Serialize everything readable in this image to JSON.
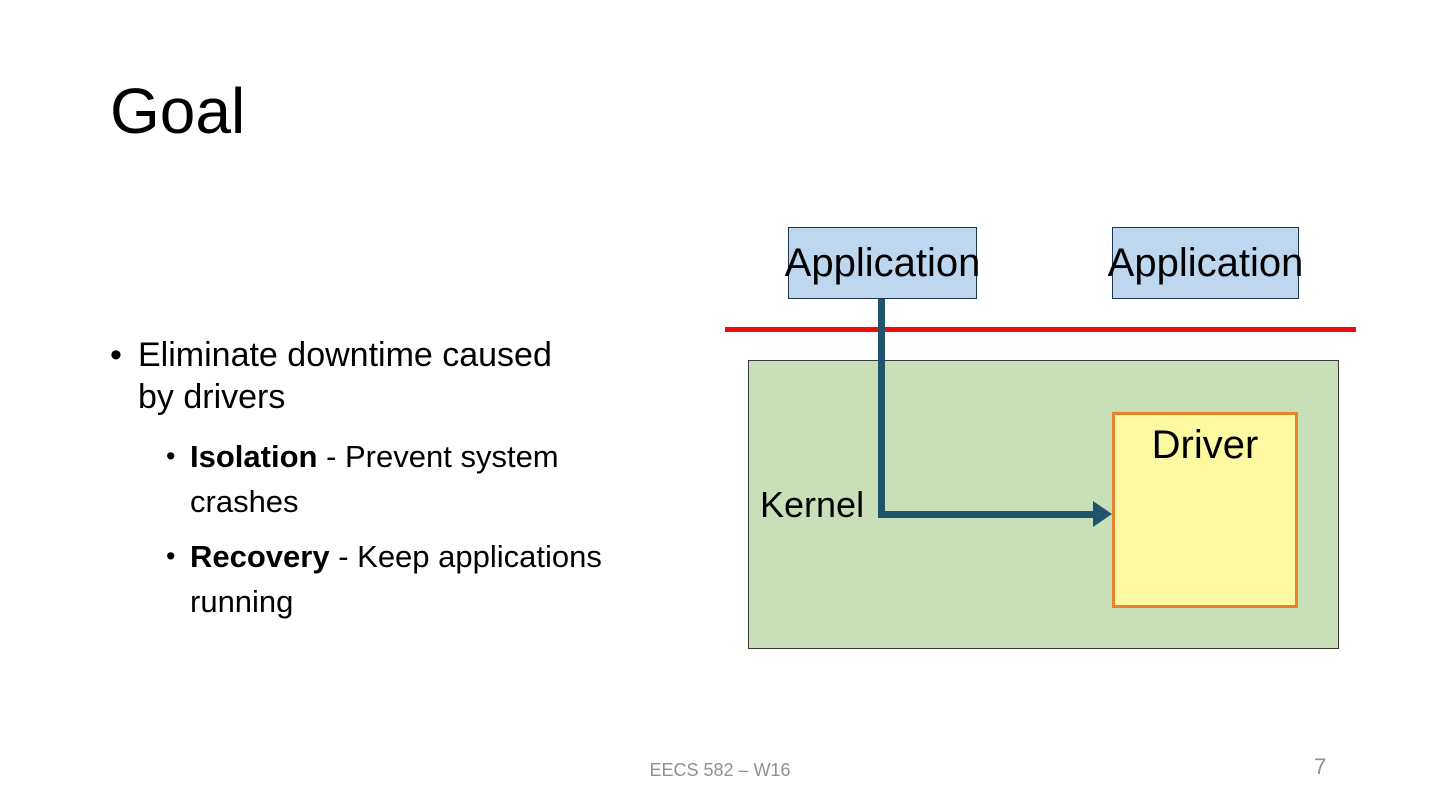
{
  "title": "Goal",
  "bullet_marker": "•",
  "bullets": [
    {
      "text": "Eliminate downtime caused\nby drivers",
      "subs": [
        {
          "term": "Isolation",
          "rest": " - Prevent system\ncrashes"
        },
        {
          "term": "Recovery",
          "rest": " - Keep applications\nrunning"
        }
      ]
    }
  ],
  "diagram": {
    "app1_label": "Application",
    "app2_label": "Application",
    "kernel_label": "Kernel",
    "driver_label": "Driver"
  },
  "footer": {
    "course": "EECS 582 – W16",
    "page_number": "7"
  },
  "colors": {
    "app-fill": "#bdd7ee",
    "app-border": "#20344c",
    "kernel-fill": "#c9dfb8",
    "kernel-border": "#3a3a3a",
    "driver-fill": "#fdf9a3",
    "driver-border": "#e8832d",
    "connector": "#20546e",
    "divider": "#ee0d0d",
    "footer-text": "#8f9093"
  }
}
